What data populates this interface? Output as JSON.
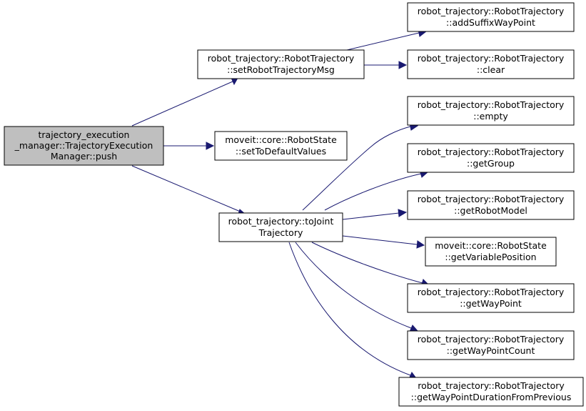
{
  "colors": {
    "edge": "#191970",
    "root_fill": "#bfbfbf",
    "node_fill": "#ffffff"
  },
  "nodes": {
    "root": {
      "lines": [
        "trajectory_execution",
        "_manager::TrajectoryExecution",
        "Manager::push"
      ]
    },
    "set_msg": {
      "lines": [
        "robot_trajectory::RobotTrajectory",
        "::setRobotTrajectoryMsg"
      ]
    },
    "set_default": {
      "lines": [
        "moveit::core::RobotState",
        "::setToDefaultValues"
      ]
    },
    "to_joint": {
      "lines": [
        "robot_trajectory::toJoint",
        "Trajectory"
      ]
    },
    "add_suffix": {
      "lines": [
        "robot_trajectory::RobotTrajectory",
        "::addSuffixWayPoint"
      ]
    },
    "clear": {
      "lines": [
        "robot_trajectory::RobotTrajectory",
        "::clear"
      ]
    },
    "empty": {
      "lines": [
        "robot_trajectory::RobotTrajectory",
        "::empty"
      ]
    },
    "get_group": {
      "lines": [
        "robot_trajectory::RobotTrajectory",
        "::getGroup"
      ]
    },
    "get_robot_model": {
      "lines": [
        "robot_trajectory::RobotTrajectory",
        "::getRobotModel"
      ]
    },
    "get_variable_position": {
      "lines": [
        "moveit::core::RobotState",
        "::getVariablePosition"
      ]
    },
    "get_way_point": {
      "lines": [
        "robot_trajectory::RobotTrajectory",
        "::getWayPoint"
      ]
    },
    "get_way_point_count": {
      "lines": [
        "robot_trajectory::RobotTrajectory",
        "::getWayPointCount"
      ]
    },
    "get_way_point_duration": {
      "lines": [
        "robot_trajectory::RobotTrajectory",
        "::getWayPointDurationFromPrevious"
      ]
    }
  }
}
